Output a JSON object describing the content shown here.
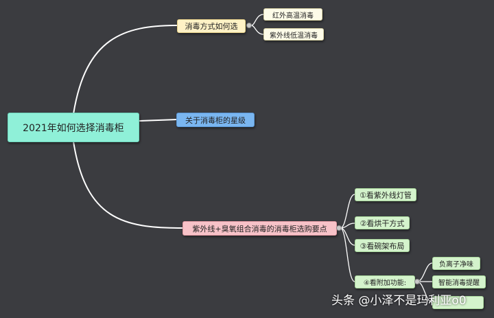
{
  "root": "2021年如何选择消毒柜",
  "branch1": {
    "label": "消毒方式如何选",
    "children": [
      "红外高温消毒",
      "紫外线低温消毒"
    ]
  },
  "branch2": {
    "label": "关于消毒柜的星级"
  },
  "branch3": {
    "label": "紫外线+臭氧组合消毒的消毒柜选购要点",
    "children": [
      "①看紫外线灯管",
      "②看烘干方式",
      "③看碗架布局",
      "④看附加功能:"
    ],
    "sub": [
      "负离子净味",
      "智能消毒提醒"
    ]
  },
  "watermark": "头条 @小泽不是玛利亚o0",
  "colors": {
    "background": "#3b3c40",
    "root": "#8ff0d8",
    "branch1": "#fff2c6",
    "branch2": "#7ab6f0",
    "branch3": "#f7c2c8",
    "leaf_cream": "#fdfbe8",
    "leaf_green": "#d4f3cc",
    "connector": "#ffffff"
  }
}
